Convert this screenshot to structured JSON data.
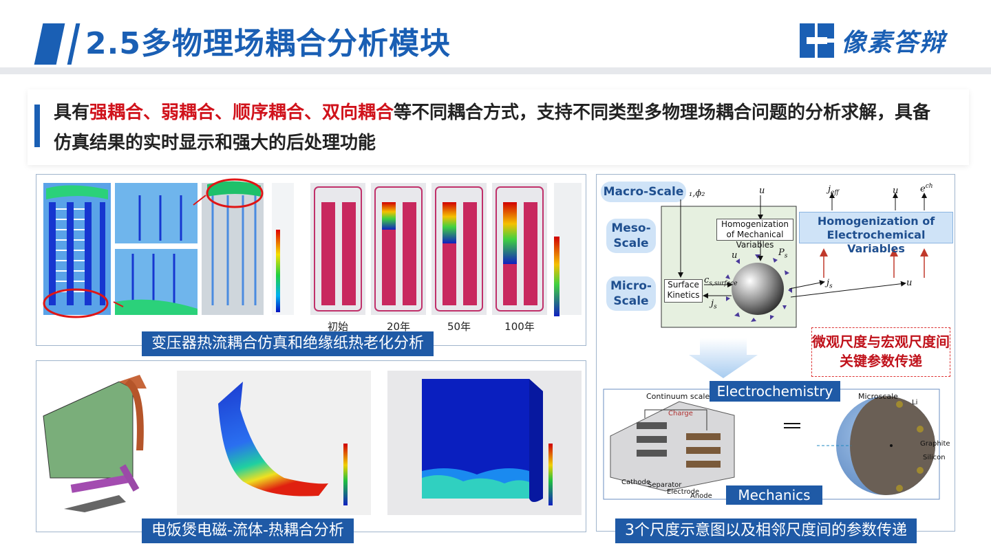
{
  "header": {
    "title": "2.5多物理场耦合分析模块",
    "logo_text": "像素答辩"
  },
  "intro": {
    "prefix": "具有",
    "highlight": "强耦合、弱耦合、顺序耦合、双向耦合",
    "suffix": "等不同耦合方式，支持不同类型多物理场耦合问题的分析求解，具备仿真结果的实时显示和强大的后处理功能"
  },
  "panel1": {
    "caption": "变压器热流耦合仿真和绝缘纸热老化分析",
    "years": [
      "初始",
      "20年",
      "50年",
      "100年"
    ]
  },
  "panel2": {
    "caption": "电饭煲电磁-流体-热耦合分析"
  },
  "panel3": {
    "caption": "3个尺度示意图以及相邻尺度间的参数传递",
    "scales": {
      "macro": "Macro-Scale",
      "meso": "Meso-\nScale",
      "micro": "Micro-\nScale"
    },
    "homog_mech": "Homogenization of Mechanical Variables",
    "surface_kinetics": "Surface Kinetics",
    "homog_echem": "Homogenization of Electrochemical Variables",
    "note": "微观尺度与宏观尺度间关键参数传递",
    "electrochemistry": "Electrochemistry",
    "mechanics": "Mechanics",
    "continuum_scale": "Continuum scale",
    "microscale": "Microscale",
    "charge": "Charge",
    "cathode": "Cathode",
    "separator": "Separator",
    "electrode": "Electrode",
    "anode": "Anode",
    "graphite": "Graphite",
    "silicon": "Silicon",
    "li": "Li",
    "symbols": {
      "u": "u",
      "jeff": "j",
      "ech": "e",
      "phi": "₁,ϕ₂",
      "ps": "P",
      "cs_surface": "c",
      "js": "j"
    }
  },
  "colors": {
    "brand_blue": "#1a5fb4",
    "caption_blue": "#1f5aa6",
    "highlight_red": "#d0121b"
  }
}
